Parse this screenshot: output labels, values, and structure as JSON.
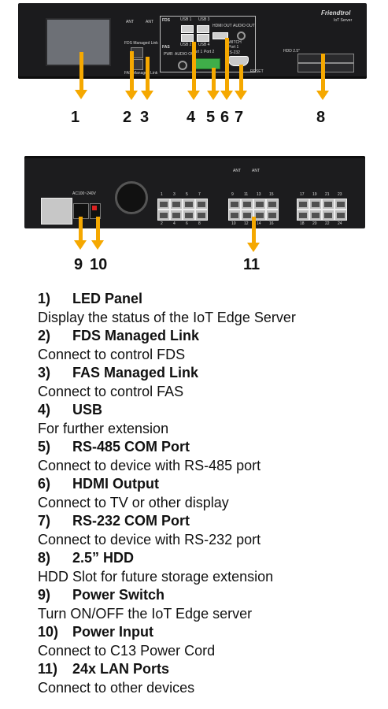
{
  "front_panel": {
    "brand": "Friendtrol",
    "subtitle": "IoT Server",
    "labels": {
      "ant_left": "ANT",
      "ant_right": "ANT",
      "fds_managed_link": "FDS Managed Link",
      "fas_managed_link": "FAS Managed Link",
      "fds": "FDS",
      "fas": "FAS",
      "usb1": "USB 1",
      "usb2": "USB 2",
      "usb3": "USB 3",
      "usb4": "USB 4",
      "hdmi_out": "HDMI OUT",
      "audio_out_top": "AUDIO OUT",
      "switch": "SWITCH",
      "pwr": "PWR",
      "audio_out": "AUDIO OUT",
      "port1": "Port 1",
      "port2": "Port 2",
      "port1_rs232": "Port 1",
      "rs232_label": "RS-232",
      "reset": "RESET",
      "hdd": "HDD 2.5\""
    }
  },
  "rear_panel": {
    "labels": {
      "ac_input": "AC100~240V",
      "ant_left": "ANT",
      "ant_right": "ANT"
    },
    "port_numbers_top": [
      "1",
      "3",
      "5",
      "7",
      "9",
      "11",
      "13",
      "15",
      "17",
      "19",
      "21",
      "23"
    ],
    "port_numbers_bottom": [
      "2",
      "4",
      "6",
      "8",
      "10",
      "12",
      "14",
      "16",
      "18",
      "20",
      "22",
      "24"
    ]
  },
  "callouts": {
    "front": [
      "1",
      "2",
      "3",
      "4",
      "5",
      "6",
      "7",
      "8"
    ],
    "rear": [
      "9",
      "10",
      "11"
    ]
  },
  "legend": [
    {
      "num": "1)",
      "title": "LED Panel",
      "desc": "Display the status of the IoT Edge Server"
    },
    {
      "num": "2)",
      "title": "FDS Managed Link",
      "desc": "Connect to control FDS"
    },
    {
      "num": "3)",
      "title": "FAS Managed Link",
      "desc": "Connect to control FAS"
    },
    {
      "num": "4)",
      "title": "USB",
      "desc": "For further extension"
    },
    {
      "num": "5)",
      "title": "RS-485 COM Port",
      "desc": "Connect to device with RS-485 port"
    },
    {
      "num": "6)",
      "title": "HDMI Output",
      "desc": "Connect to TV or other display"
    },
    {
      "num": "7)",
      "title": "RS-232 COM Port",
      "desc": "Connect to device with RS-232 port"
    },
    {
      "num": "8)",
      "title": "2.5” HDD",
      "desc": "HDD Slot for future storage extension"
    },
    {
      "num": "9)",
      "title": "Power Switch",
      "desc": "Turn ON/OFF the IoT Edge server"
    },
    {
      "num": "10)",
      "title": "Power Input",
      "desc": "Connect to C13 Power Cord"
    },
    {
      "num": "11)",
      "title": "24x LAN Ports",
      "desc": "Connect to other devices"
    }
  ],
  "colors": {
    "arrow": "#f5a800",
    "chassis": "#1b1b1d",
    "terminal_block": "#3fae49"
  }
}
